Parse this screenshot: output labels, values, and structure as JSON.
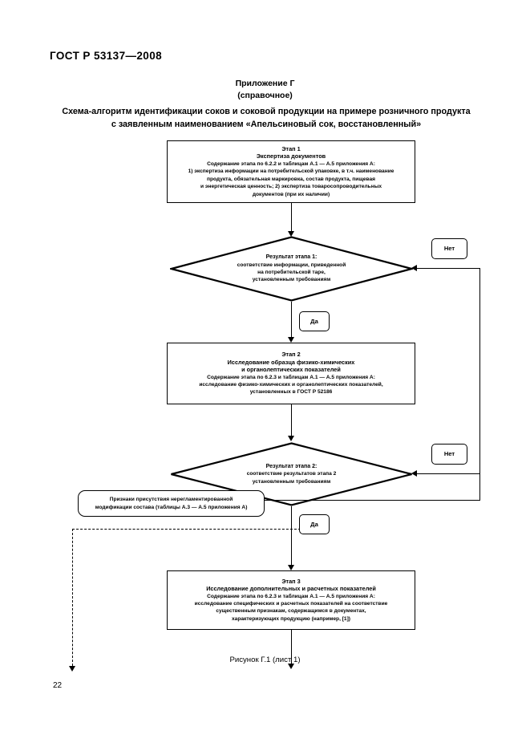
{
  "document": {
    "standard_header": "ГОСТ Р 53137—2008",
    "page_number": "22",
    "figure_caption": "Рисунок Г.1 (лист 1)"
  },
  "annex": {
    "title": "Приложение Г",
    "subtitle": "(справочное)"
  },
  "scheme_title": {
    "line1": "Схема-алгоритм идентификации соков и соковой продукции на примере розничного продукта",
    "line2": "с заявленным наименованием «Апельсиновый сок, восстановленный»"
  },
  "flowchart": {
    "step1": {
      "header": "Этап 1",
      "subheader": "Экспертиза документов",
      "line1": "Содержание этапа по 6.2.2 и таблицам А.1 — А.5 приложения А:",
      "line2": "1) экспертиза информации на потребительской упаковке, в т.ч. наименование",
      "line3": "продукта, обязательная маркировка, состав продукта, пищевая",
      "line4": "и энергетическая ценность; 2) экспертиза товаросопроводительных",
      "line5": "документов (при их наличии)"
    },
    "decision1": {
      "header": "Результат этапа 1:",
      "line1": "соответствие информации, приведенной",
      "line2": "на потребительской таре,",
      "line3": "установленным требованиям"
    },
    "step2": {
      "header": "Этап 2",
      "subheader1": "Исследование образца физико-химических",
      "subheader2": "и органолептических показателей",
      "line1": "Содержание этапа по 6.2.3 и таблицам А.1 — А.5 приложения А:",
      "line2": "исследование физико-химических и органолептических показателей,",
      "line3": "установленных в ГОСТ Р 52186"
    },
    "decision2": {
      "header": "Результат этапа 2:",
      "line1": "соответствие результатов этапа 2",
      "line2": "установленным требованиям"
    },
    "note_box": {
      "line1": "Признаки присутствия нерегламентированной",
      "line2": "модификации состава (таблицы А.3 — А.5 приложения А)"
    },
    "step3": {
      "header": "Этап 3",
      "subheader": "Исследование дополнительных и расчетных показателей",
      "line1": "Содержание этапа по 6.2.3 и таблицам А.1 — А.5 приложения А:",
      "line2": "исследование специфических и расчетных показателей на соответствие",
      "line3": "существенным признакам, содержащимся в документах,",
      "line4": "характеризующих продукцию (например, [1])"
    },
    "labels": {
      "yes": "Да",
      "no": "Нет"
    }
  },
  "colors": {
    "ink": "#000000",
    "paper": "#ffffff"
  }
}
